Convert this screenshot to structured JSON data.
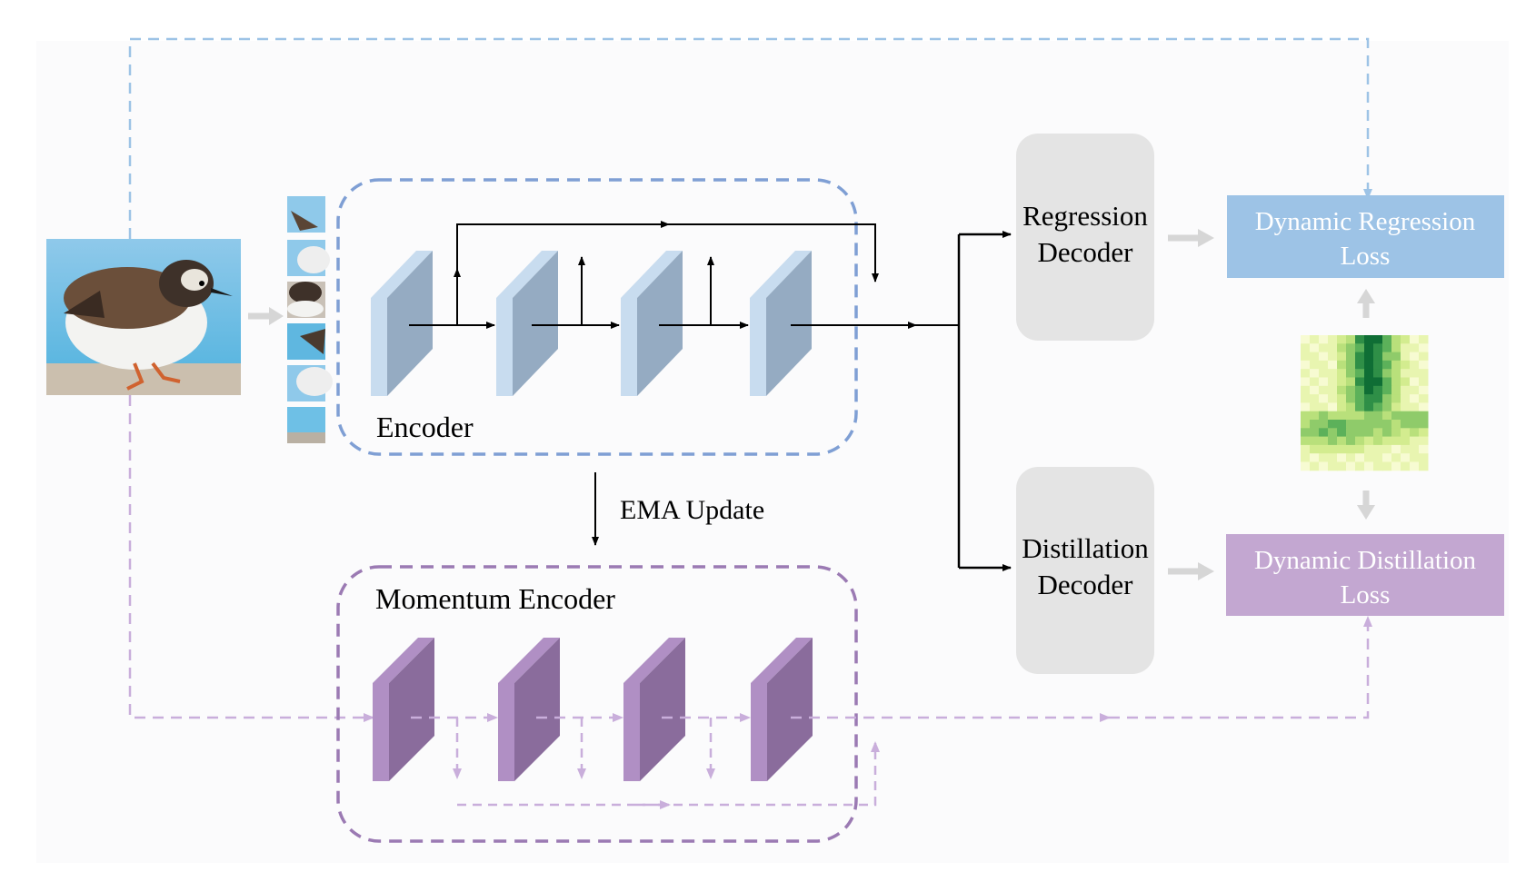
{
  "encoder": {
    "label": "Encoder"
  },
  "ema": {
    "label": "EMA Update"
  },
  "momentum_encoder": {
    "label": "Momentum Encoder"
  },
  "regression_decoder": {
    "line1": "Regression",
    "line2": "Decoder"
  },
  "distillation_decoder": {
    "line1": "Distillation",
    "line2": "Decoder"
  },
  "regression_loss": {
    "line1": "Dynamic Regression",
    "line2": "Loss"
  },
  "distillation_loss": {
    "line1": "Dynamic Distillation",
    "line2": "Loss"
  },
  "colors": {
    "encoder_blue": "#7f9fd4",
    "momentum_purple": "#9b7ab3",
    "block_blue_face": "#c8dcef",
    "block_blue_side": "#95abc2",
    "block_purple_face": "#b08fc4",
    "block_purple_side": "#8a6c9c",
    "regression_loss_bg": "#9dc3e6",
    "distillation_loss_bg": "#c3a7d1",
    "decoder_bg": "#e4e4e4",
    "dashed_blue": "#9dc3e6",
    "dashed_purple": "#c9aedb",
    "gray_arrow": "#d6d6d6"
  },
  "icons": {
    "input_image": "bird-photo",
    "patches": "image-patches",
    "heatmap": "attention-heatmap"
  }
}
